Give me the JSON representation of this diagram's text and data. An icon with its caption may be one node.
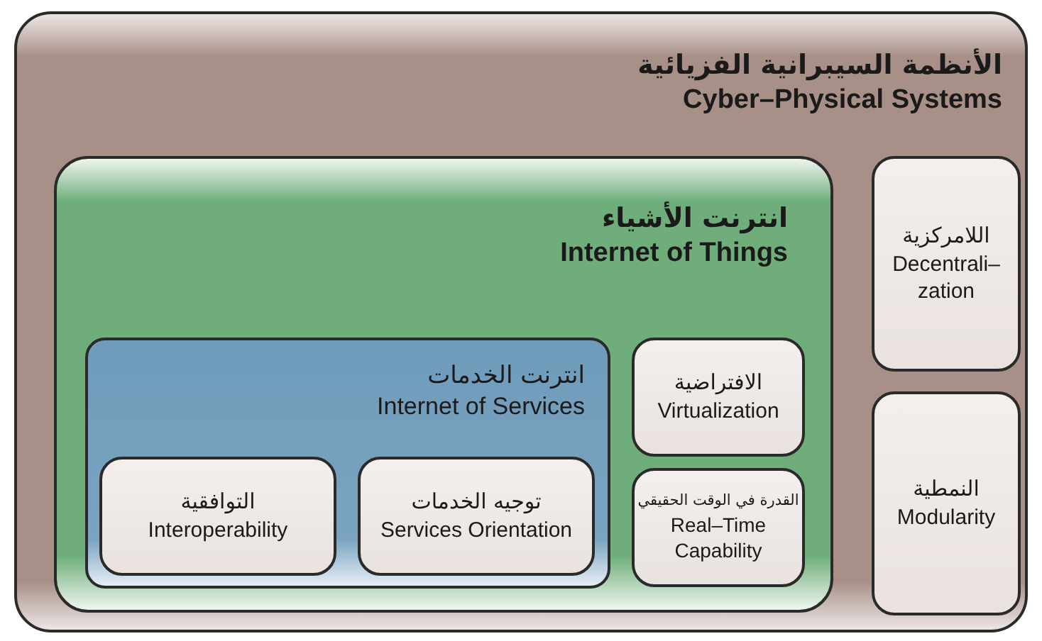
{
  "diagram": {
    "nodes": [
      {
        "text": [
          "الأنظمة السيبرانية الفزيائية",
          "Cyber–Physical Systems"
        ]
      },
      {
        "text": [
          "انترنت الأشياء",
          "Internet of Things"
        ],
        "in": 0
      },
      {
        "text": [
          "انترنت الخدمات",
          "Internet of Services"
        ],
        "in": 1
      },
      {
        "text": [
          "التوافقية",
          "Interoperability"
        ],
        "in": 2
      },
      {
        "text": [
          "توجيه الخدمات",
          "Services Orientation"
        ],
        "in": 2
      },
      {
        "text": [
          "الافتراضية",
          "Virtualization"
        ],
        "in": 1
      },
      {
        "text": [
          "القدرة في الوقت الحقيقي",
          "Real–Time Capability"
        ],
        "in": 1
      },
      {
        "text": [
          "اللامركزية",
          "Decentrali– zation"
        ],
        "in": 0
      },
      {
        "text": [
          "النمطية",
          "Modularity"
        ],
        "in": 0
      }
    ]
  }
}
